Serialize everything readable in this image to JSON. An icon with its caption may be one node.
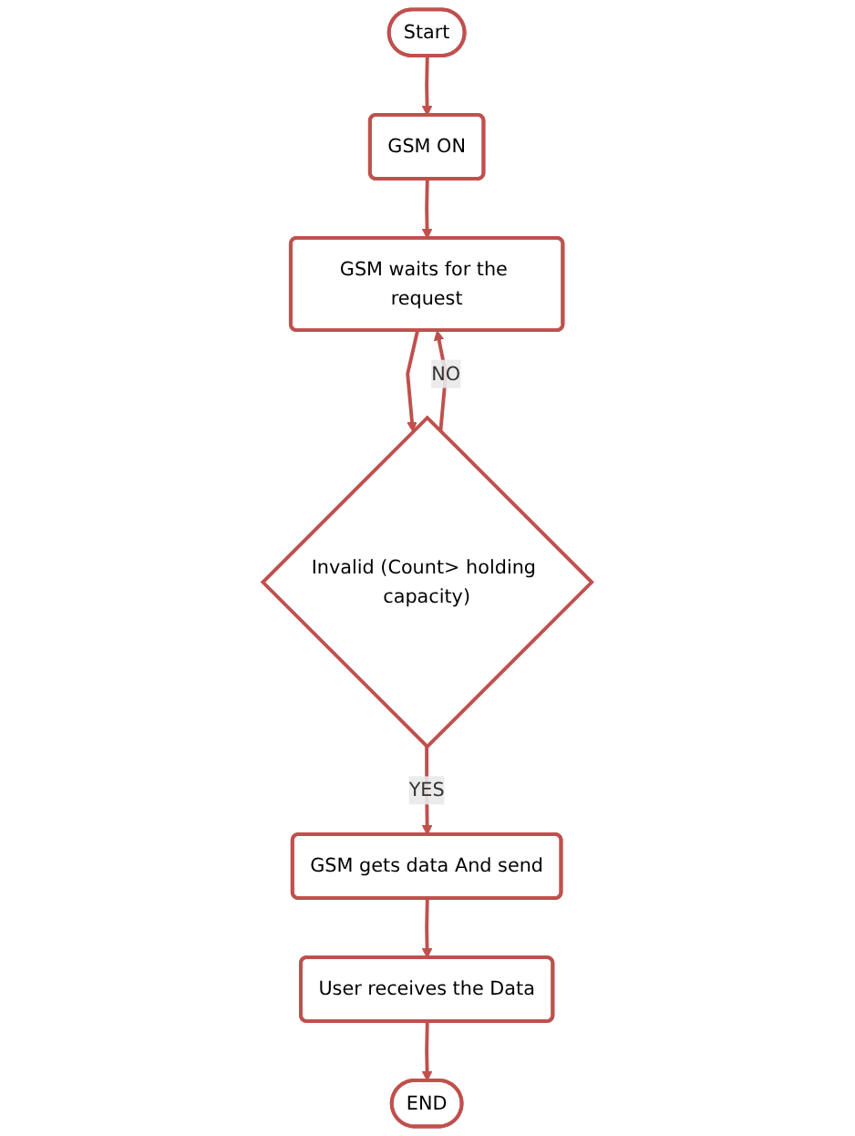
{
  "diagram": {
    "nodes": [
      {
        "text": [
          "Start"
        ]
      },
      {
        "text": [
          "GSM ON"
        ]
      },
      {
        "text": [
          "GSM waits for the request"
        ]
      },
      {
        "text": [
          "Invalid (Count> holding capacity)"
        ]
      },
      {
        "text": [
          "GSM gets data And send"
        ]
      },
      {
        "text": [
          "User receives the Data"
        ]
      },
      {
        "text": [
          "END"
        ]
      }
    ],
    "edges": [
      {
        "from": 0,
        "to": 1,
        "arrow": "to"
      },
      {
        "from": 1,
        "to": 2,
        "arrow": "to"
      },
      {
        "from": 2,
        "to": 3,
        "arrow": "to"
      },
      {
        "from": 3,
        "to": 2,
        "arrow": "to",
        "label": "NO"
      },
      {
        "from": 3,
        "to": 4,
        "arrow": "to",
        "label": "YES"
      },
      {
        "from": 4,
        "to": 5,
        "arrow": "to"
      },
      {
        "from": 5,
        "to": 6,
        "arrow": "to"
      }
    ]
  }
}
